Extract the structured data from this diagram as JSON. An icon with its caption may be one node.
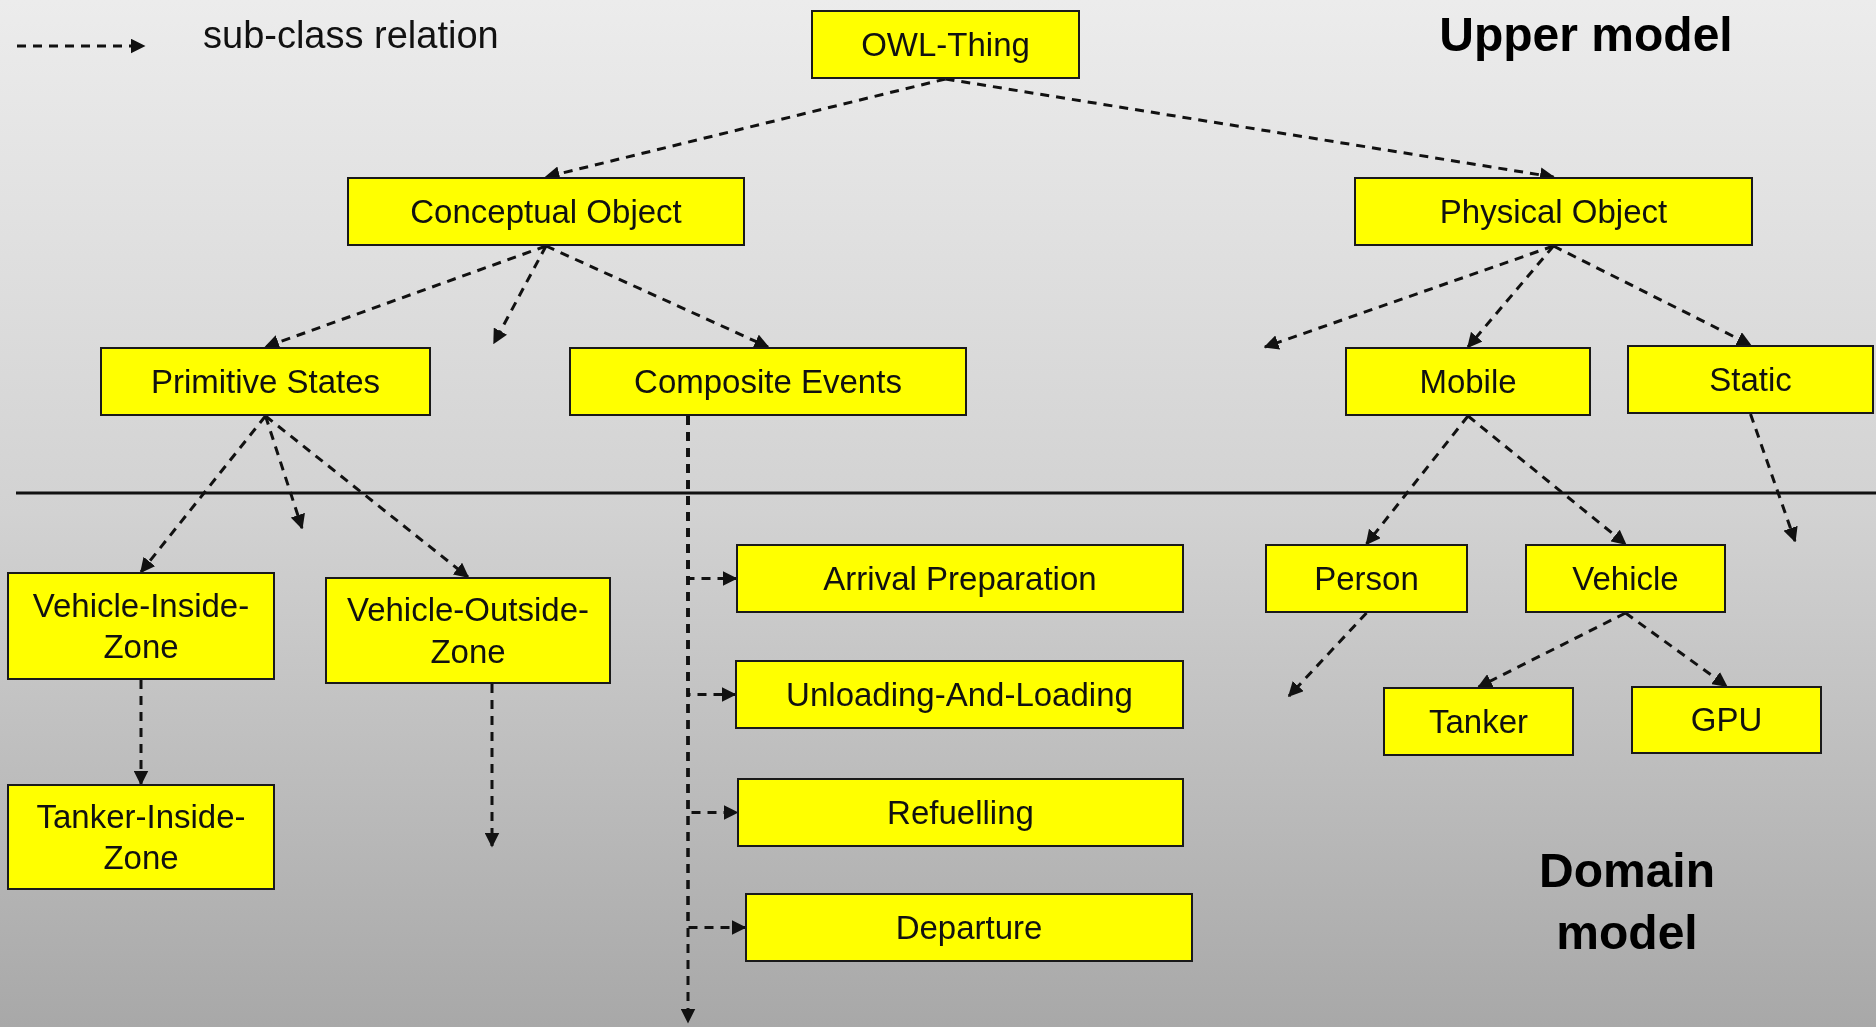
{
  "diagram": {
    "nodes": [
      {
        "text": [
          "OWL-Thing"
        ]
      },
      {
        "text": [
          "Conceptual Object"
        ]
      },
      {
        "text": [
          "Physical Object"
        ]
      },
      {
        "text": [
          "Primitive States"
        ]
      },
      {
        "text": [
          "Composite Events"
        ]
      },
      {
        "text": [
          "Mobile"
        ]
      },
      {
        "text": [
          "Static"
        ]
      },
      {
        "text": [
          "Vehicle-Inside-Zone"
        ]
      },
      {
        "text": [
          "Vehicle-Outside-Zone"
        ]
      },
      {
        "text": [
          "Arrival Preparation"
        ]
      },
      {
        "text": [
          "Unloading-And-Loading"
        ]
      },
      {
        "text": [
          "Refuelling"
        ]
      },
      {
        "text": [
          "Departure"
        ]
      },
      {
        "text": [
          "Person"
        ]
      },
      {
        "text": [
          "Vehicle"
        ]
      },
      {
        "text": [
          "Tanker-Inside-Zone"
        ]
      },
      {
        "text": [
          "Tanker"
        ]
      },
      {
        "text": [
          "GPU"
        ]
      }
    ],
    "edges": [
      {
        "from": 0,
        "to": 1,
        "arrow": "to",
        "style": "dashed"
      },
      {
        "from": 0,
        "to": 2,
        "arrow": "to",
        "style": "dashed"
      },
      {
        "from": 1,
        "to": 3,
        "arrow": "to",
        "style": "dashed"
      },
      {
        "from": 1,
        "to": null,
        "arrow": "to",
        "style": "dashed"
      },
      {
        "from": 1,
        "to": 4,
        "arrow": "to",
        "style": "dashed"
      },
      {
        "from": 2,
        "to": null,
        "arrow": "to",
        "style": "dashed"
      },
      {
        "from": 2,
        "to": 5,
        "arrow": "to",
        "style": "dashed"
      },
      {
        "from": 2,
        "to": 6,
        "arrow": "to",
        "style": "dashed"
      },
      {
        "from": 3,
        "to": 7,
        "arrow": "to",
        "style": "dashed"
      },
      {
        "from": 3,
        "to": null,
        "arrow": "to",
        "style": "dashed"
      },
      {
        "from": 3,
        "to": 8,
        "arrow": "to",
        "style": "dashed"
      },
      {
        "from": 4,
        "to": 9,
        "arrow": "to",
        "style": "dashed"
      },
      {
        "from": 4,
        "to": 10,
        "arrow": "to",
        "style": "dashed"
      },
      {
        "from": 4,
        "to": 11,
        "arrow": "to",
        "style": "dashed"
      },
      {
        "from": 4,
        "to": 12,
        "arrow": "to",
        "style": "dashed"
      },
      {
        "from": 4,
        "to": null,
        "arrow": "to",
        "style": "dashed"
      },
      {
        "from": 5,
        "to": 13,
        "arrow": "to",
        "style": "dashed"
      },
      {
        "from": 5,
        "to": 14,
        "arrow": "to",
        "style": "dashed"
      },
      {
        "from": 6,
        "to": null,
        "arrow": "to",
        "style": "dashed"
      },
      {
        "from": 7,
        "to": 15,
        "arrow": "to",
        "style": "dashed"
      },
      {
        "from": 8,
        "to": null,
        "arrow": "to",
        "style": "dashed"
      },
      {
        "from": 13,
        "to": null,
        "arrow": "to",
        "style": "dashed"
      },
      {
        "from": 14,
        "to": 16,
        "arrow": "to",
        "style": "dashed"
      },
      {
        "from": 14,
        "to": 17,
        "arrow": "to",
        "style": "dashed"
      }
    ],
    "labels": [
      "Upper model",
      "Domain model"
    ],
    "legend": [
      {
        "text": "sub-class relation"
      }
    ]
  }
}
